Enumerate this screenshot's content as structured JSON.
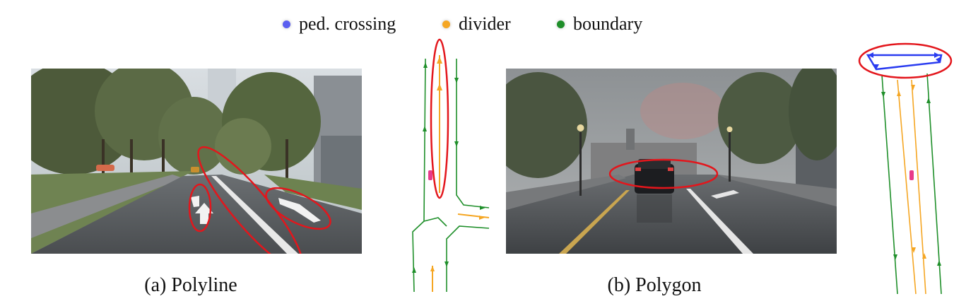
{
  "legend": {
    "items": [
      {
        "label": "ped. crossing",
        "color": "#5a5ef0",
        "icon": "dot"
      },
      {
        "label": "divider",
        "color": "#f5a623",
        "icon": "dot"
      },
      {
        "label": "boundary",
        "color": "#1f8f2a",
        "icon": "dot"
      }
    ]
  },
  "panels": [
    {
      "caption": "(a) Polyline",
      "scene": "tree-lined road with arrow road markings, daytime"
    },
    {
      "caption": "(b) Polygon",
      "scene": "rainy city street with car ahead"
    }
  ],
  "colors": {
    "highlight": "#e3161c",
    "ped_crossing": "#2a3cf0",
    "divider": "#f5a623",
    "boundary": "#1f8f2a",
    "ego_vehicle": "#e83a8a"
  }
}
